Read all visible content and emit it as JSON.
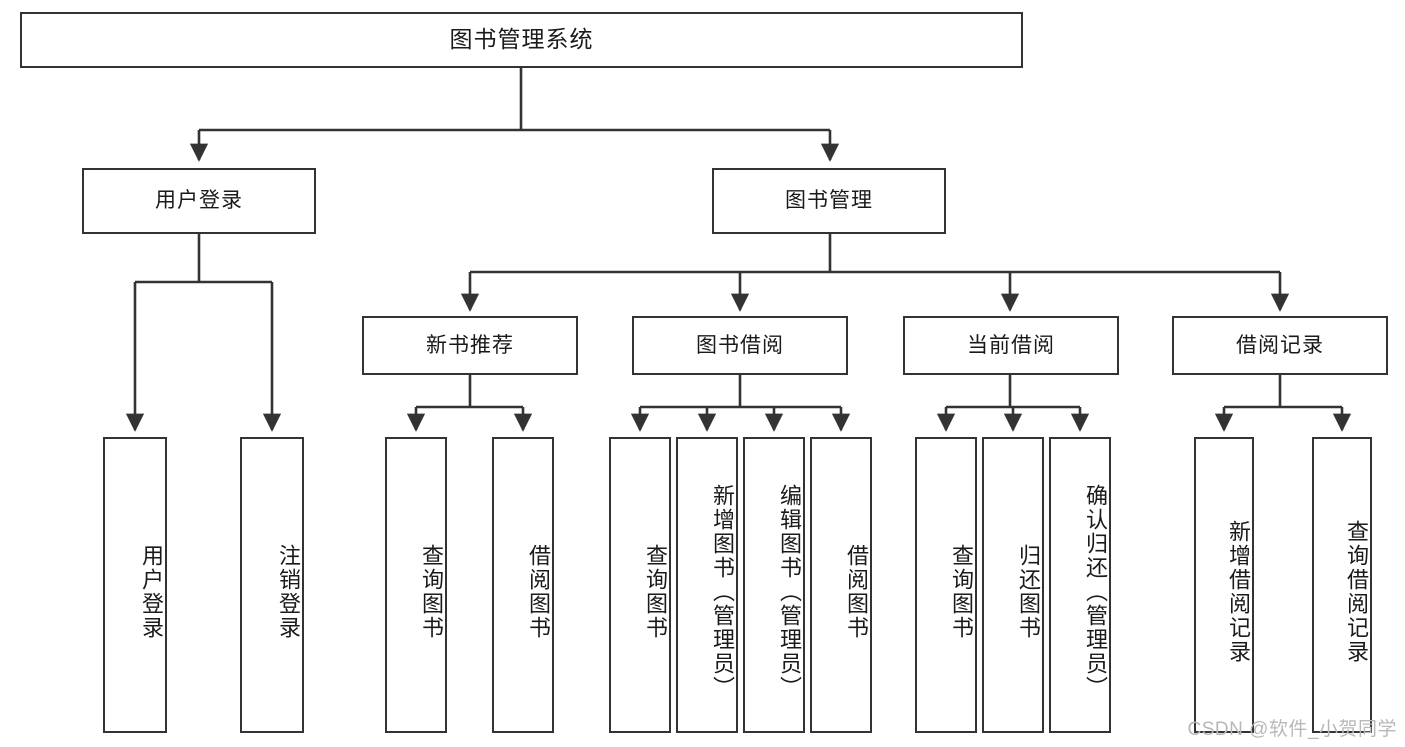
{
  "diagram": {
    "type": "tree",
    "title_node": {
      "label": "图书管理系统"
    },
    "level1": [
      {
        "id": "user-login",
        "label": "用户登录"
      },
      {
        "id": "book-manage",
        "label": "图书管理"
      }
    ],
    "level2": [
      {
        "id": "new-book-recommend",
        "label": "新书推荐",
        "parent": "book-manage"
      },
      {
        "id": "book-borrow",
        "label": "图书借阅",
        "parent": "book-manage"
      },
      {
        "id": "current-borrow",
        "label": "当前借阅",
        "parent": "book-manage"
      },
      {
        "id": "borrow-record",
        "label": "借阅记录",
        "parent": "book-manage"
      }
    ],
    "leaves": [
      {
        "id": "leaf-user-login",
        "label": "用户登录",
        "parent": "user-login"
      },
      {
        "id": "leaf-logout-login",
        "label": "注销登录",
        "parent": "user-login"
      },
      {
        "id": "leaf-query-book-1",
        "label": "查询图书",
        "parent": "new-book-recommend"
      },
      {
        "id": "leaf-borrow-book-1",
        "label": "借阅图书",
        "parent": "new-book-recommend"
      },
      {
        "id": "leaf-query-book-2",
        "label": "查询图书",
        "parent": "book-borrow"
      },
      {
        "id": "leaf-add-book",
        "label": "新增图书（管理员）",
        "parent": "book-borrow"
      },
      {
        "id": "leaf-edit-book",
        "label": "编辑图书（管理员）",
        "parent": "book-borrow"
      },
      {
        "id": "leaf-borrow-book-2",
        "label": "借阅图书",
        "parent": "book-borrow"
      },
      {
        "id": "leaf-query-book-3",
        "label": "查询图书",
        "parent": "current-borrow"
      },
      {
        "id": "leaf-return-book",
        "label": "归还图书",
        "parent": "current-borrow"
      },
      {
        "id": "leaf-confirm-return",
        "label": "确认归还（管理员）",
        "parent": "current-borrow"
      },
      {
        "id": "leaf-add-record",
        "label": "新增借阅记录",
        "parent": "borrow-record"
      },
      {
        "id": "leaf-query-record",
        "label": "查询借阅记录",
        "parent": "borrow-record"
      }
    ],
    "colors": {
      "stroke": "#333333",
      "fill": "#ffffff",
      "text": "#1a1a1a",
      "watermark": "#b8b8b8"
    }
  },
  "watermark": {
    "text": "CSDN @软件_小贺同学"
  }
}
